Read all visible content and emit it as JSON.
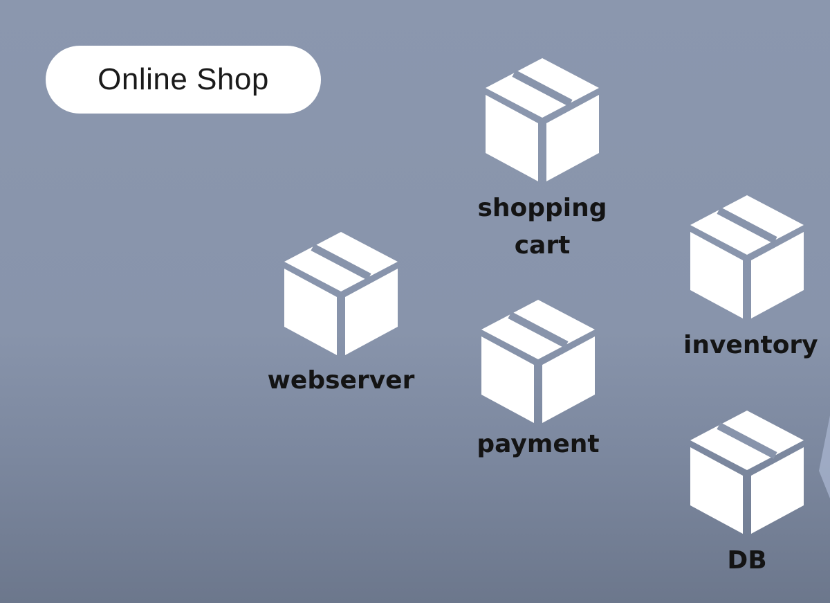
{
  "title": "Online Shop",
  "services": [
    {
      "id": "webserver",
      "label": "webserver",
      "icon": "box-icon"
    },
    {
      "id": "shopping-cart",
      "label_line1": "shopping",
      "label_line2": "cart",
      "icon": "box-icon"
    },
    {
      "id": "payment",
      "label": "payment",
      "icon": "box-icon"
    },
    {
      "id": "inventory",
      "label": "inventory",
      "icon": "box-icon"
    },
    {
      "id": "db",
      "label": "DB",
      "icon": "box-icon"
    }
  ],
  "colors": {
    "background": "#8894ab",
    "box": "#ffffff",
    "label": "#141414"
  }
}
